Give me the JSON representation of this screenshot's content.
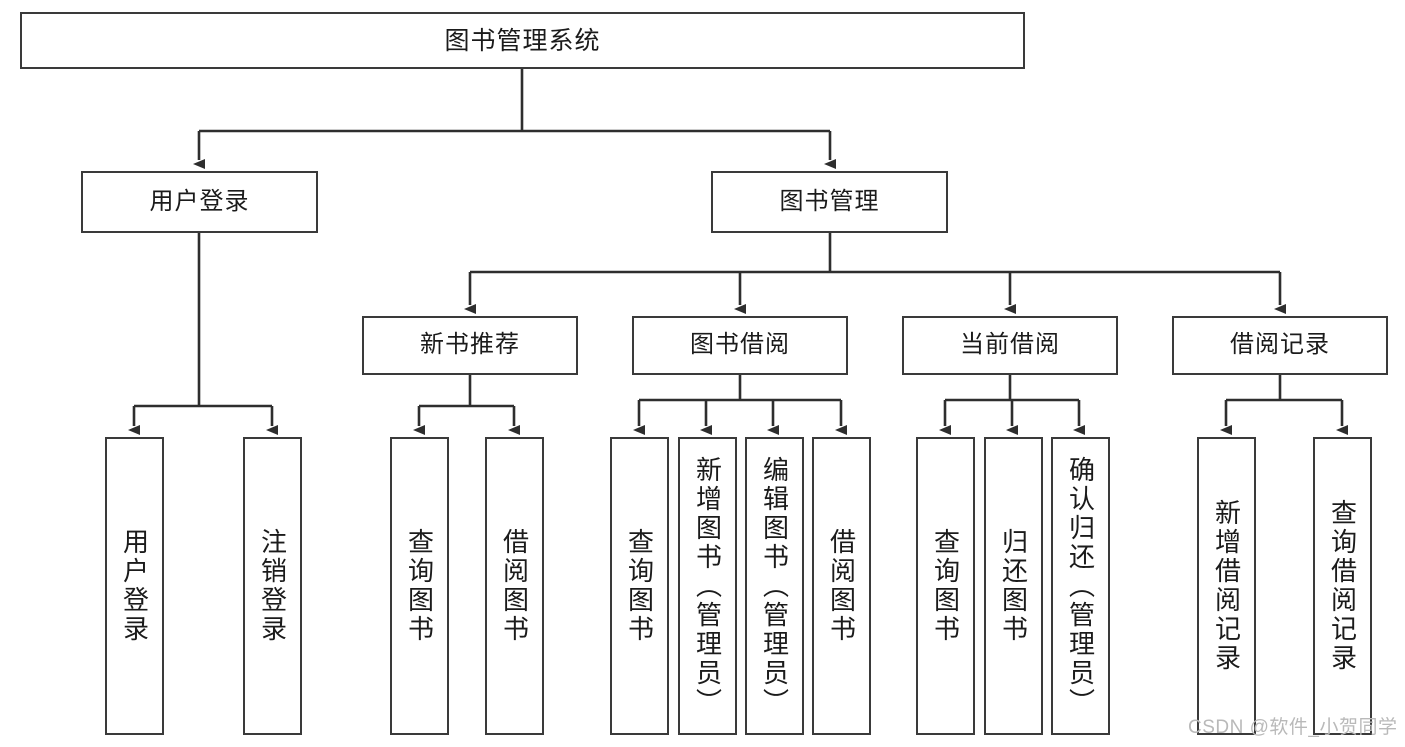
{
  "diagram": {
    "title": "图书管理系统",
    "type": "tree-hierarchy",
    "root": {
      "id": "root",
      "label": "图书管理系统"
    },
    "level2": [
      {
        "id": "user-login",
        "label": "用户登录"
      },
      {
        "id": "book-manage",
        "label": "图书管理"
      }
    ],
    "level3": [
      {
        "id": "new-book-rec",
        "label": "新书推荐",
        "parent": "book-manage"
      },
      {
        "id": "book-borrow",
        "label": "图书借阅",
        "parent": "book-manage"
      },
      {
        "id": "current-borrow",
        "label": "当前借阅",
        "parent": "book-manage"
      },
      {
        "id": "borrow-record",
        "label": "借阅记录",
        "parent": "book-manage"
      }
    ],
    "leaves": [
      {
        "id": "leaf-user-login",
        "label": "用户登录",
        "parent": "user-login"
      },
      {
        "id": "leaf-user-logout",
        "label": "注销登录",
        "parent": "user-login"
      },
      {
        "id": "leaf-rec-query",
        "label": "查询图书",
        "parent": "new-book-rec"
      },
      {
        "id": "leaf-rec-borrow",
        "label": "借阅图书",
        "parent": "new-book-rec"
      },
      {
        "id": "leaf-borrow-query",
        "label": "查询图书",
        "parent": "book-borrow"
      },
      {
        "id": "leaf-borrow-add",
        "label": "新增图书（管理员）",
        "parent": "book-borrow"
      },
      {
        "id": "leaf-borrow-edit",
        "label": "编辑图书（管理员）",
        "parent": "book-borrow"
      },
      {
        "id": "leaf-borrow-lend",
        "label": "借阅图书",
        "parent": "book-borrow"
      },
      {
        "id": "leaf-cur-query",
        "label": "查询图书",
        "parent": "current-borrow"
      },
      {
        "id": "leaf-cur-return",
        "label": "归还图书",
        "parent": "current-borrow"
      },
      {
        "id": "leaf-cur-confirm",
        "label": "确认归还（管理员）",
        "parent": "current-borrow"
      },
      {
        "id": "leaf-rec-add",
        "label": "新增借阅记录",
        "parent": "borrow-record"
      },
      {
        "id": "leaf-rec-search",
        "label": "查询借阅记录",
        "parent": "borrow-record"
      }
    ],
    "colors": {
      "background": "#ffffff",
      "box_border": "#3a3a3a",
      "box_fill": "#ffffff",
      "text": "#1b1b1b",
      "connector": "#2e2e2e",
      "watermark": "#b9b9b9"
    }
  },
  "watermark": {
    "text": "CSDN @软件_小贺同学"
  }
}
